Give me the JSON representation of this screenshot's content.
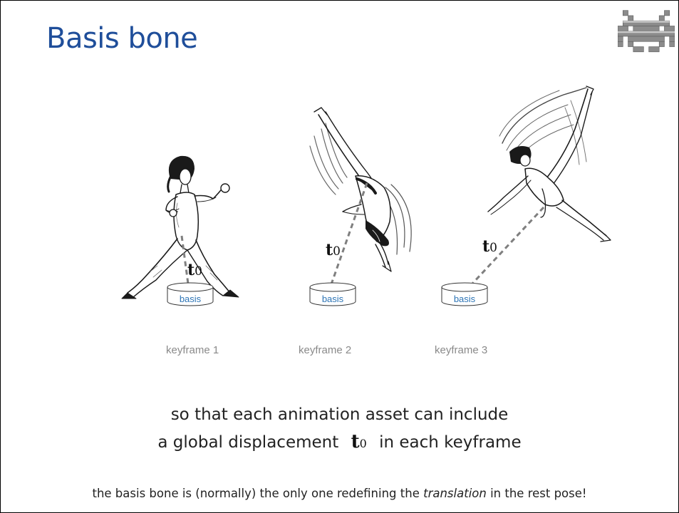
{
  "slide": {
    "title": "Basis bone",
    "keyframes": [
      {
        "label": "keyframe 1",
        "basis_label": "basis",
        "t_symbol": "t",
        "t_subscript": "0"
      },
      {
        "label": "keyframe 2",
        "basis_label": "basis",
        "t_symbol": "t",
        "t_subscript": "0"
      },
      {
        "label": "keyframe 3",
        "basis_label": "basis",
        "t_symbol": "t",
        "t_subscript": "0"
      }
    ],
    "caption": {
      "line1": "so that each animation asset can include",
      "line2_before": "a global displacement",
      "t_symbol": "t",
      "t_subscript": "0",
      "line2_after": "in each keyframe"
    },
    "footer": {
      "before": "the basis bone is (normally) the only one redefining the ",
      "emphasis": "translation",
      "after": " in the rest pose!"
    }
  },
  "colors": {
    "title": "#1f4e9a",
    "basis_text": "#2e75b6",
    "dashed_line": "#7f7f7f",
    "keyframe_label": "#8a8a8a"
  },
  "icons": [
    "space-invader-icon",
    "dancer-figure",
    "basis-cylinder-icon"
  ]
}
